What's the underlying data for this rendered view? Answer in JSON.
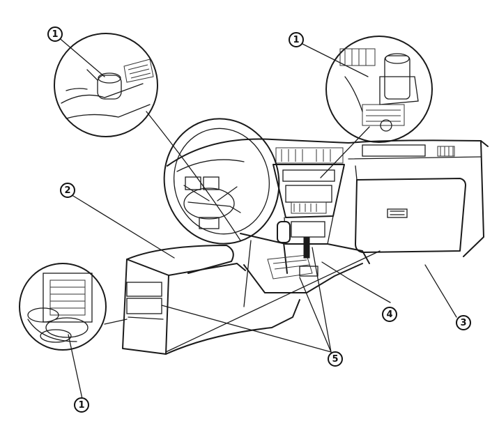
{
  "callouts": {
    "c1_top_left": "1",
    "c1_top_right": "1",
    "c1_bottom": "1",
    "c2": "2",
    "c3": "3",
    "c4": "4",
    "c5": "5"
  }
}
